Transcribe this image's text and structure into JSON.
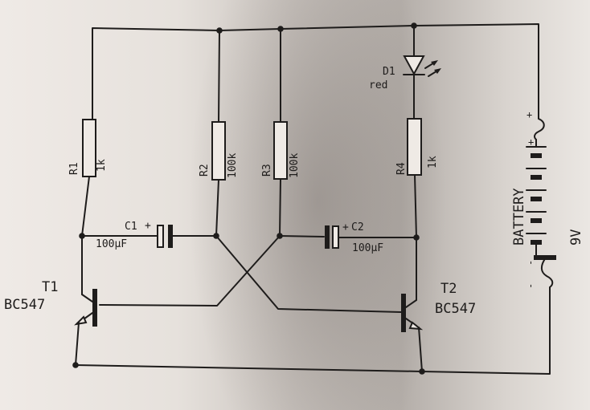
{
  "diagram": {
    "r1": {
      "ref": "R1",
      "value": "1k"
    },
    "r2": {
      "ref": "R2",
      "value": "100k"
    },
    "r3": {
      "ref": "R3",
      "value": "100k"
    },
    "r4": {
      "ref": "R4",
      "value": "1k"
    },
    "c1": {
      "ref": "C1",
      "polarity": "+",
      "value": "100µF"
    },
    "c2": {
      "ref": "C2",
      "polarity": "+",
      "value": "100µF"
    },
    "d1": {
      "ref": "D1",
      "color": "red"
    },
    "t1": {
      "ref": "T1",
      "type": "BC547"
    },
    "t2": {
      "ref": "T2",
      "type": "BC547"
    },
    "battery": {
      "label": "BATTERY",
      "voltage": "9V",
      "plus": "+",
      "minus": "-"
    }
  }
}
